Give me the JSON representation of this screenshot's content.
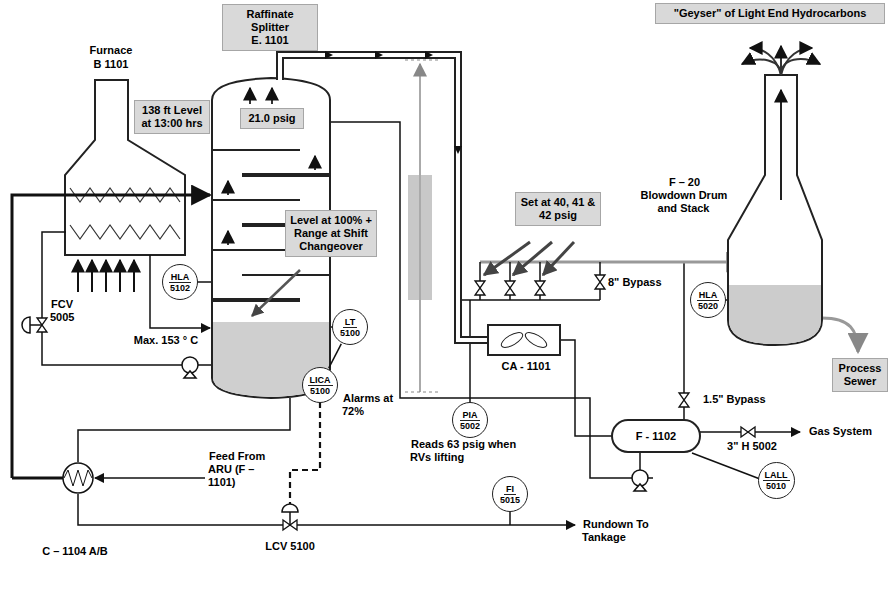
{
  "diagram": {
    "nodes": [
      {
        "text": [
          "Raffinate Splitter",
          "E. 1101"
        ]
      },
      {
        "text": [
          "\"Geyser\" of Light End Hydrocarbons"
        ]
      },
      {
        "text": [
          "138 ft Level at 13:00 hrs"
        ]
      },
      {
        "text": [
          "21.0 psig"
        ]
      },
      {
        "text": [
          "Set at 40, 41 & 42 psig"
        ]
      },
      {
        "text": [
          "Level at 100% + Range at Shift Changeover"
        ]
      },
      {
        "text": [
          "LT",
          "5100"
        ]
      },
      {
        "text": [
          "HLA",
          "5102"
        ]
      },
      {
        "text": [
          "LICA",
          "5100"
        ]
      },
      {
        "text": [
          "HLA",
          "5020"
        ]
      },
      {
        "text": [
          "Process Sewer"
        ]
      },
      {
        "text": [
          "PIA",
          "5002"
        ]
      },
      {
        "text": [
          "FI",
          "5015"
        ]
      },
      {
        "text": [
          "LALL",
          "5010"
        ]
      }
    ],
    "edges": [
      {
        "from": 6,
        "to": 8,
        "arrow": "none"
      }
    ],
    "labels": [
      "Furnace",
      "B 1101",
      "FCV 5005",
      "Max. 153 ° C",
      "Feed From ARU (F – 1101)",
      "C – 1104 A/B",
      "LCV 5100",
      "Alarms at 72%",
      "Reads 63 psig when RVs lifting",
      "CA - 1101",
      "8\" Bypass",
      "1.5\" Bypass",
      "F – 20 Blowdown Drum and Stack",
      "F - 1102",
      "3\" H 5002",
      "Gas System",
      "Rundown To Tankage"
    ]
  }
}
